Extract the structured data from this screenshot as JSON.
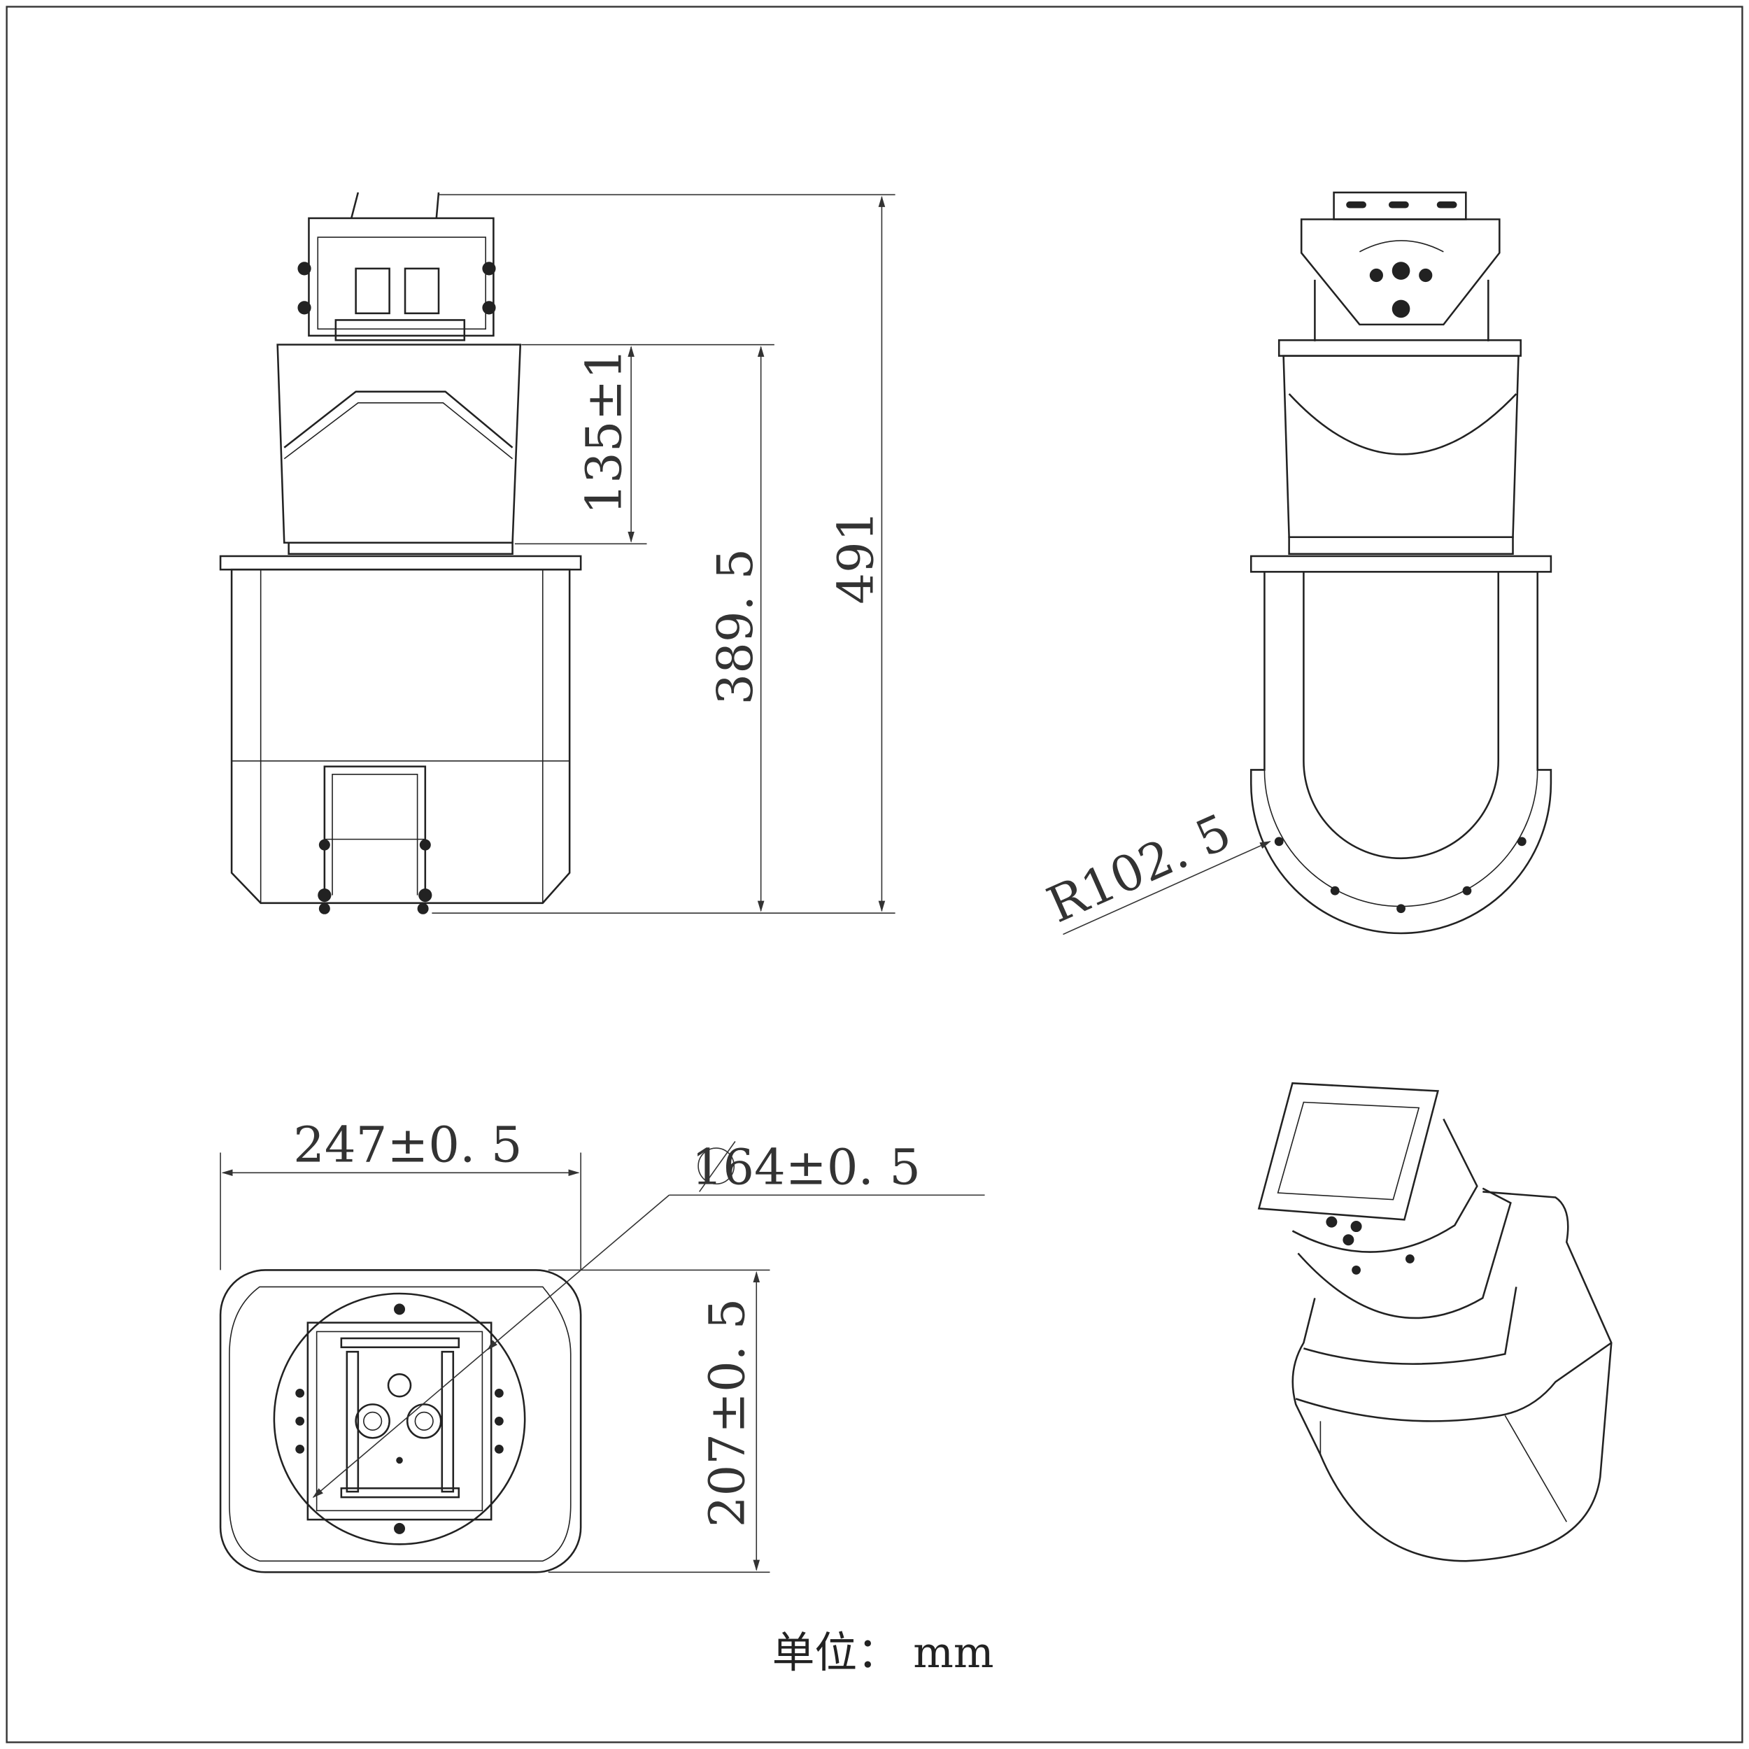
{
  "dimensions": {
    "height_upper": "135±1",
    "height_body": "389. 5",
    "height_total": "491",
    "radius": "R102. 5",
    "width": "247±0. 5",
    "diameter": "164±0. 5",
    "depth": "207±0. 5"
  },
  "unit_label": "单位： mm"
}
